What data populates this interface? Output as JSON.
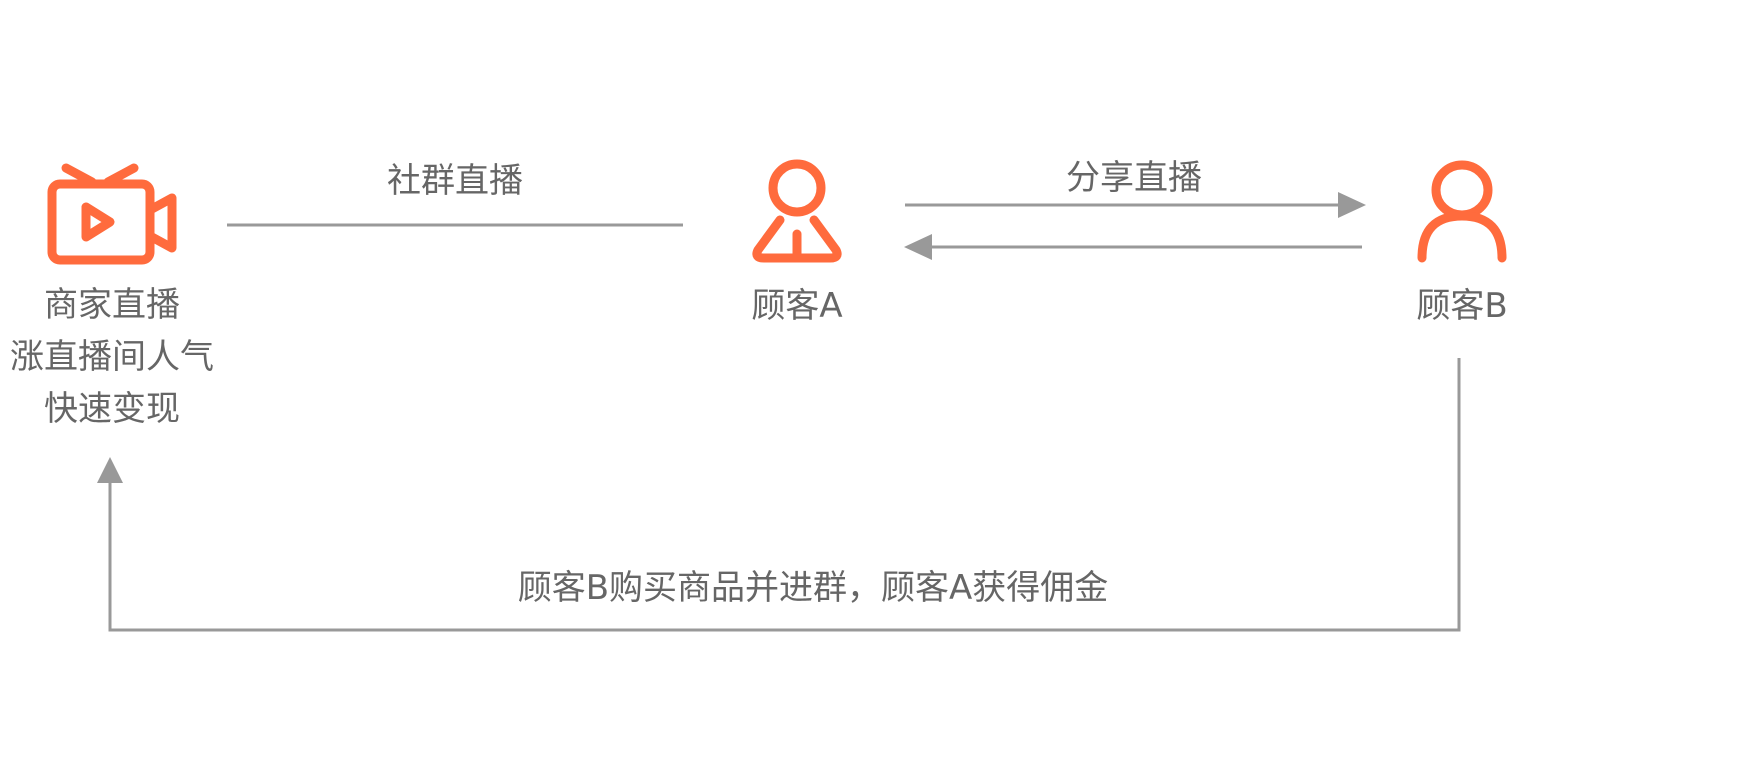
{
  "colors": {
    "accent": "#FF6B3D",
    "line": "#999999",
    "text": "#666666",
    "background": "#FFFFFF"
  },
  "nodes": {
    "merchant": {
      "icon": "live-video-camera-icon",
      "lines": [
        "商家直播",
        "涨直播间人气",
        "快速变现"
      ]
    },
    "customer_a": {
      "icon": "person-icon",
      "label": "顾客A"
    },
    "customer_b": {
      "icon": "user-icon",
      "label": "顾客B"
    }
  },
  "edges": {
    "merchant_to_a": {
      "label": "社群直播"
    },
    "a_to_b": {
      "label": "分享直播",
      "direction": "bidirectional"
    },
    "b_to_merchant": {
      "label": "顾客B购买商品并进群，顾客A获得佣金"
    }
  }
}
